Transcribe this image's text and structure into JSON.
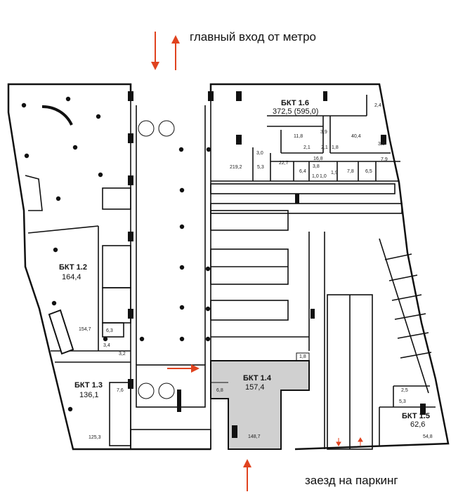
{
  "captions": {
    "metro": "главный вход от метро",
    "parking": "заезд на паркинг"
  },
  "colors": {
    "wall": "#111111",
    "thin": "#333333",
    "highlight": "#d0d0d0",
    "arrow": "#e0431f"
  },
  "units": [
    {
      "id": "bkt-1-6",
      "name": "БКТ 1.6",
      "area": "372,5 (595,0)"
    },
    {
      "id": "bkt-1-2",
      "name": "БКТ 1.2",
      "area": "164,4"
    },
    {
      "id": "bkt-1-3",
      "name": "БКТ 1.3",
      "area": "136,1"
    },
    {
      "id": "bkt-1-4",
      "name": "БКТ 1.4",
      "area": "157,4"
    },
    {
      "id": "bkt-1-5",
      "name": "БКТ 1.5",
      "area": "62,6"
    }
  ],
  "rooms": [
    "11,8",
    "2,1",
    "16,8",
    "2,1",
    "1,8",
    "3,9",
    "40,4",
    "2,4",
    "3,8",
    "3,0",
    "5,3",
    "22,7",
    "219,2",
    "6,4",
    "3,8",
    "1,9",
    "1,0",
    "1,0",
    "7,8",
    "6,5",
    "7,9",
    "154,7",
    "6,3",
    "3,4",
    "3,2",
    "7,6",
    "125,3",
    "6,8",
    "1,8",
    "148,7",
    "2,5",
    "5,3",
    "54,8"
  ]
}
